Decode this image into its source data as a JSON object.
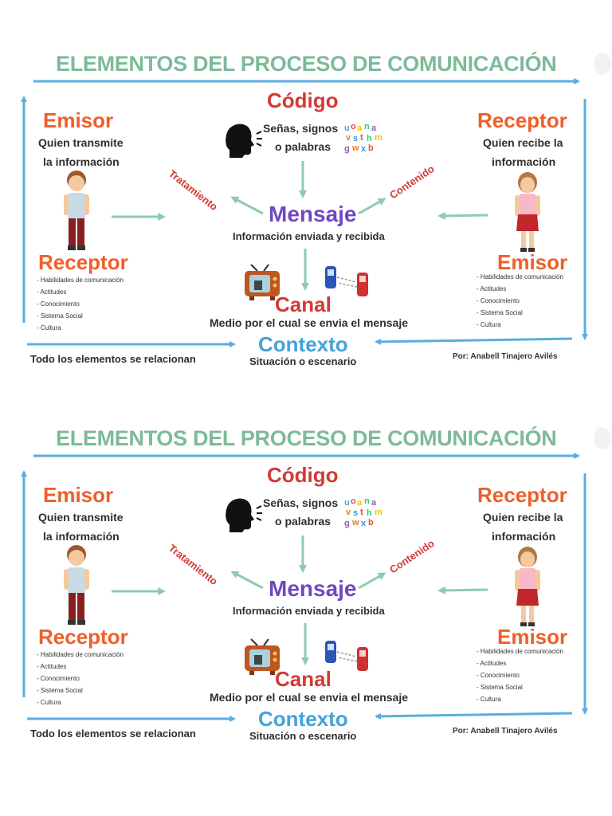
{
  "panels": [
    {
      "title": "ELEMENTOS DEL PROCESO DE COMUNICACIÓN",
      "codigo": "Código",
      "codigo_desc_1": "Señas, signos",
      "codigo_desc_2": "o palabras",
      "emisor_left": "Emisor",
      "emisor_left_desc_1": "Quien transmite",
      "emisor_left_desc_2": "la información",
      "receptor_right": "Receptor",
      "receptor_right_desc_1": "Quien recibe la",
      "receptor_right_desc_2": "información",
      "tratamiento": "Tratamiento",
      "contenido": "Contenido",
      "mensaje": "Mensaje",
      "mensaje_desc": "Información enviada y recibida",
      "receptor_left": "Receptor",
      "emisor_right": "Emisor",
      "attributes_left": [
        "- Habilidades de comunicación",
        "- Actitudes",
        "- Conocimiento",
        "- Sistema Social",
        "- Cultura"
      ],
      "attributes_right": [
        "- Habilidades de comunicación",
        "- Actitudes",
        "- Conocimiento",
        "- Sistema Social",
        "- Cultura"
      ],
      "canal": "Canal",
      "canal_desc": "Medio por el cual se envia el mensaje",
      "contexto": "Contexto",
      "contexto_desc": "Situación o escenario",
      "footer_left": "Todo los elementos se relacionan",
      "credit": "Por: Anabell Tinajero Avilés"
    },
    {
      "title": "ELEMENTOS DEL PROCESO DE COMUNICACIÓN",
      "codigo": "Código",
      "codigo_desc_1": "Señas, signos",
      "codigo_desc_2": "o palabras",
      "emisor_left": "Emisor",
      "emisor_left_desc_1": "Quien transmite",
      "emisor_left_desc_2": "la información",
      "receptor_right": "Receptor",
      "receptor_right_desc_1": "Quien recibe la",
      "receptor_right_desc_2": "información",
      "tratamiento": "Tratamiento",
      "contenido": "Contenido",
      "mensaje": "Mensaje",
      "mensaje_desc": "Información enviada y recibida",
      "receptor_left": "Receptor",
      "emisor_right": "Emisor",
      "attributes_left": [
        "- Habilidades de comunicación",
        "- Actitudes",
        "- Conocimiento",
        "- Sistema Social",
        "- Cultura"
      ],
      "attributes_right": [
        "- Habilidades de comunicación",
        "- Actitudes",
        "- Conocimiento",
        "- Sistema Social",
        "- Cultura"
      ],
      "canal": "Canal",
      "canal_desc": "Medio por el cual se envia el mensaje",
      "contexto": "Contexto",
      "contexto_desc": "Situación o escenario",
      "footer_left": "Todo los elementos se relacionan",
      "credit": "Por: Anabell Tinajero Avilés"
    }
  ],
  "colors": {
    "title": "#7dba9a",
    "border_arrow": "#5aaee0",
    "inner_arrow": "#8ccbb0",
    "emisor": "#ee5f2a",
    "codigo": "#d33a36",
    "mensaje": "#7047c2",
    "contexto": "#44a2db"
  },
  "icons": [
    "speaking-head-icon",
    "alphabet-letters-icon",
    "boy-figure-icon",
    "girl-figure-icon",
    "television-icon",
    "mobile-phones-icon"
  ]
}
